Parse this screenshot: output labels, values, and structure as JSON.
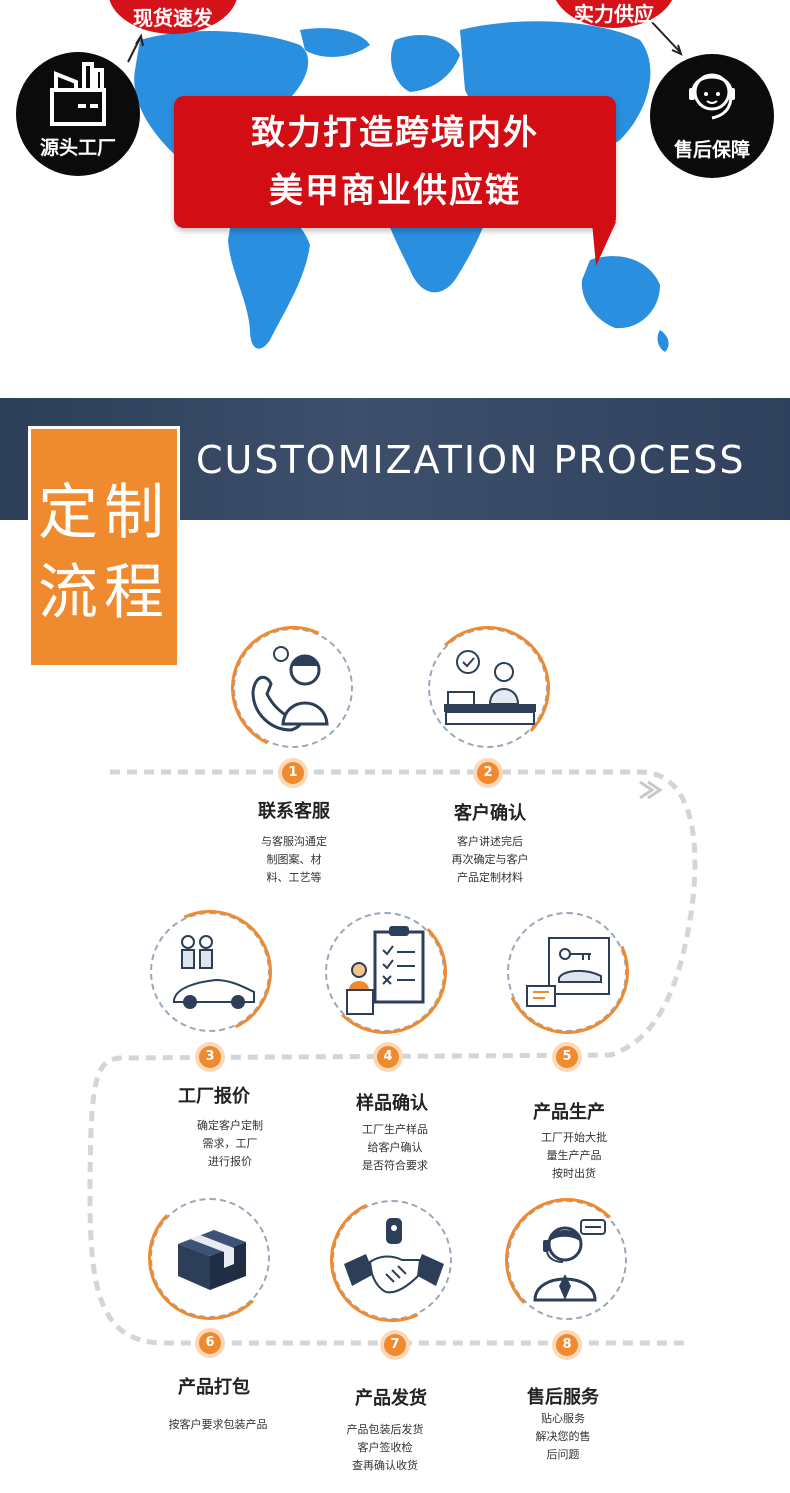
{
  "banner": {
    "badge_top_left": "现货速发",
    "badge_top_right": "实力供应",
    "badge_factory": "源头工厂",
    "badge_service": "售后保障",
    "slogan_line1": "致力打造跨境内外",
    "slogan_line2": "美甲商业供应链"
  },
  "section": {
    "title_en": "CUSTOMIZATION PROCESS",
    "title_cn_line1": "定制",
    "title_cn_line2": "流程"
  },
  "steps": [
    {
      "num": "1",
      "title": "联系客服",
      "desc": [
        "与客服沟通定",
        "制图案、材",
        "料、工艺等"
      ],
      "icon": "phone-agent-icon"
    },
    {
      "num": "2",
      "title": "客户确认",
      "desc": [
        "客户讲述完后",
        "再次确定与客户",
        "产品定制材料"
      ],
      "icon": "reception-desk-icon"
    },
    {
      "num": "3",
      "title": "工厂报价",
      "desc": [
        "确定客户定制",
        "需求，工厂",
        "进行报价"
      ],
      "icon": "car-factory-icon"
    },
    {
      "num": "4",
      "title": "样品确认",
      "desc": [
        "工厂生产样品",
        "给客户确认",
        "是否符合要求"
      ],
      "icon": "checklist-icon"
    },
    {
      "num": "5",
      "title": "产品生产",
      "desc": [
        "工厂开始大批",
        "量生产产品",
        "按时出货"
      ],
      "icon": "production-icon"
    },
    {
      "num": "6",
      "title": "产品打包",
      "desc": [
        "按客户要求包装产品"
      ],
      "icon": "package-box-icon"
    },
    {
      "num": "7",
      "title": "产品发货",
      "desc": [
        "产品包装后发货",
        "客户签收检",
        "查再确认收货"
      ],
      "icon": "handshake-icon"
    },
    {
      "num": "8",
      "title": "售后服务",
      "desc": [
        "贴心服务",
        "解决您的售",
        "后问题"
      ],
      "icon": "support-agent-icon"
    }
  ],
  "colors": {
    "accent": "#ef8a2e",
    "red": "#d30d14",
    "navy": "#2c3e58",
    "map_blue": "#2b8fe0"
  }
}
